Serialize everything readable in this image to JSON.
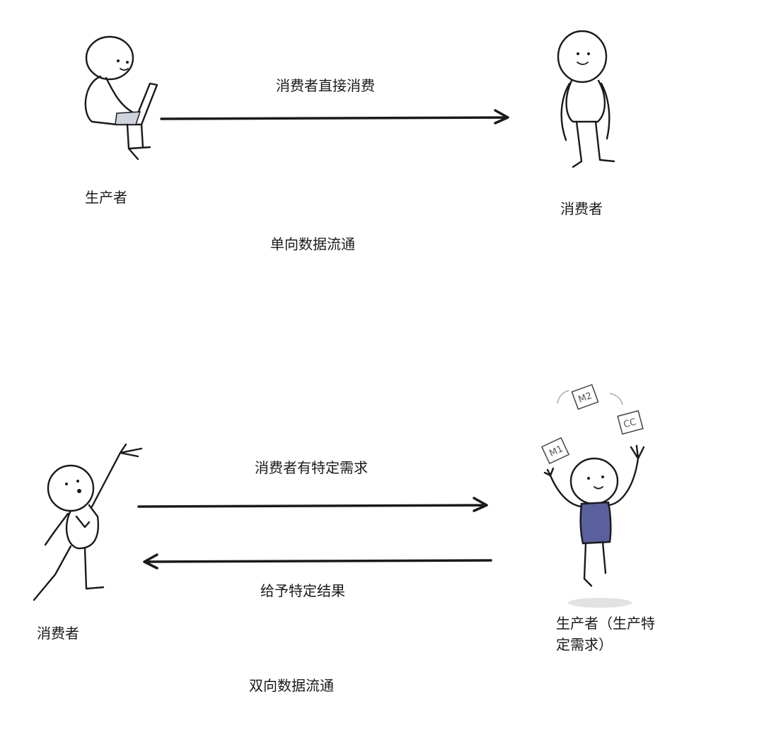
{
  "top": {
    "arrow_label": "消费者直接消费",
    "producer_label": "生产者",
    "consumer_label": "消费者",
    "caption": "单向数据流通"
  },
  "bottom": {
    "request_label": "消费者有特定需求",
    "response_label": "给予特定结果",
    "consumer_label": "消费者",
    "producer_label_line1": "生产者（生产特",
    "producer_label_line2": "定需求）",
    "caption": "双向数据流通",
    "juggling_cards": [
      "M1",
      "M2",
      "CC"
    ]
  },
  "colors": {
    "ink": "#1a1a1a",
    "shirt": "#5a5f9e",
    "shadow": "#e2e2e2"
  }
}
